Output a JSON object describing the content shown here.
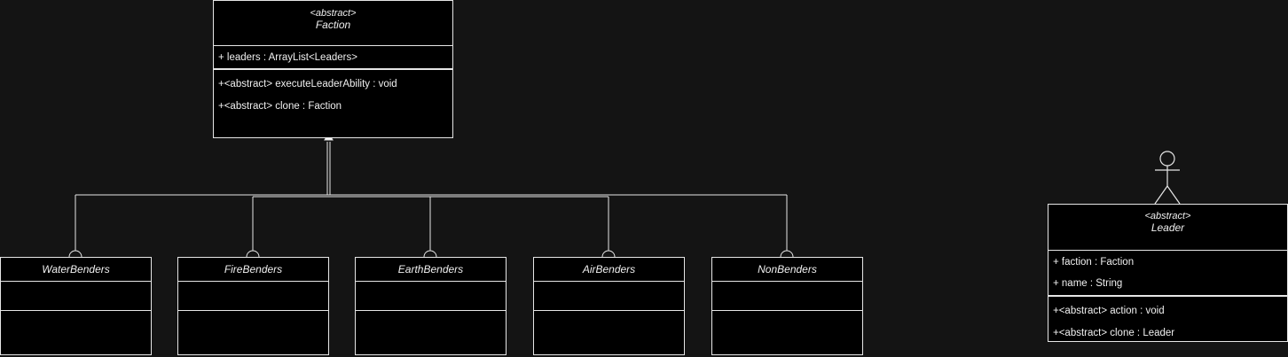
{
  "faction": {
    "stereotype": "<abstract>",
    "name": "Faction",
    "attributes": [
      "+ leaders : ArrayList<Leaders>"
    ],
    "methods": [
      "+<abstract> executeLeaderAbility : void",
      "+<abstract> clone : Faction"
    ]
  },
  "subclasses": [
    {
      "name": "WaterBenders"
    },
    {
      "name": "FireBenders"
    },
    {
      "name": "EarthBenders"
    },
    {
      "name": "AirBenders"
    },
    {
      "name": "NonBenders"
    }
  ],
  "leader": {
    "stereotype": "<abstract>",
    "name": "Leader",
    "attributes": [
      "+ faction : Faction",
      "+ name : String"
    ],
    "methods": [
      "+<abstract> action : void",
      "+<abstract> clone : Leader"
    ]
  },
  "colors": {
    "background": "#141414",
    "box_fill": "#000000",
    "line": "#e6e6e6"
  }
}
